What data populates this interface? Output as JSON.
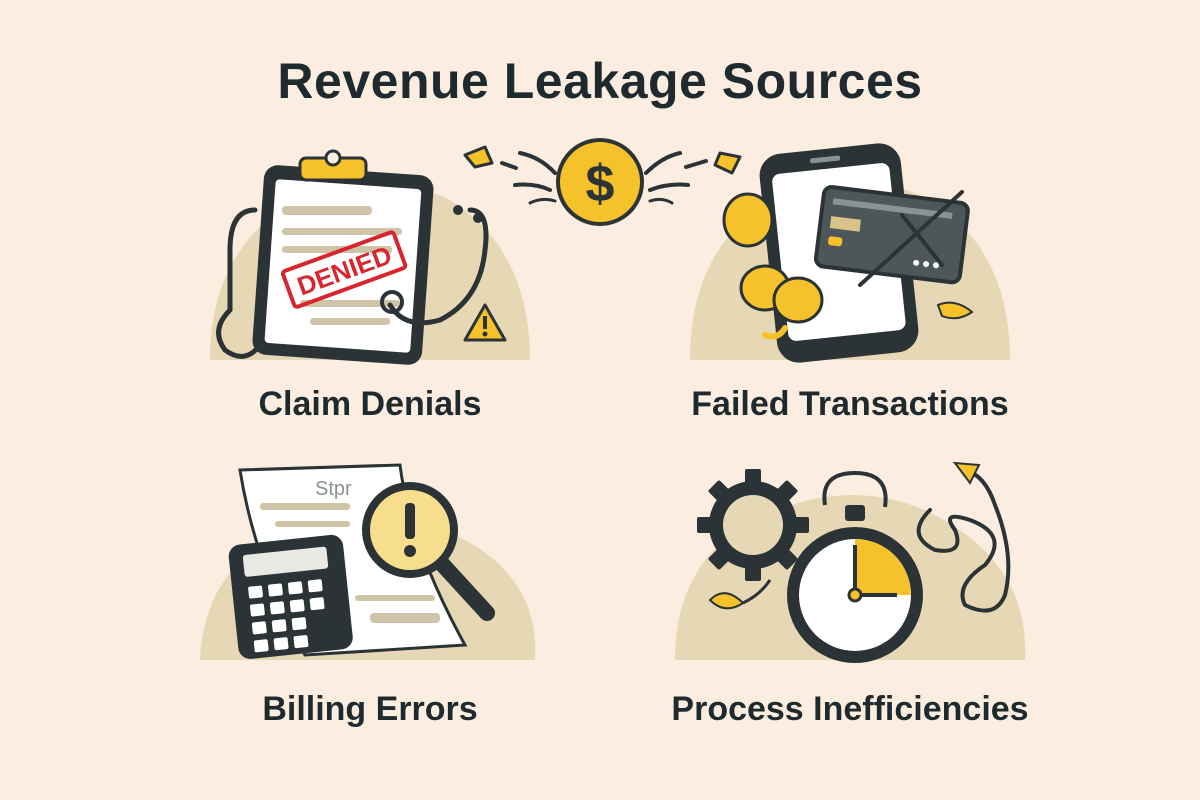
{
  "title": "Revenue Leakage Sources",
  "colors": {
    "background": "#fbeee0",
    "blob": "#e6d8b4",
    "ink": "#2b3336",
    "gold": "#f5c22b",
    "stamp_red": "#d8262e",
    "paper": "#ffffff"
  },
  "center_icon": {
    "symbol": "$",
    "name": "flying-dollar-coin"
  },
  "quadrants": [
    {
      "label": "Claim Denials",
      "icon": "clipboard-denied-stethoscope",
      "stamp_text": "DENIED"
    },
    {
      "label": "Failed Transactions",
      "icon": "phone-credit-card-crossed"
    },
    {
      "label": "Billing Errors",
      "icon": "invoice-calculator-magnifier",
      "invoice_header": "Stpr"
    },
    {
      "label": "Process Inefficiencies",
      "icon": "gear-stopwatch-tangled-arrow"
    }
  ]
}
